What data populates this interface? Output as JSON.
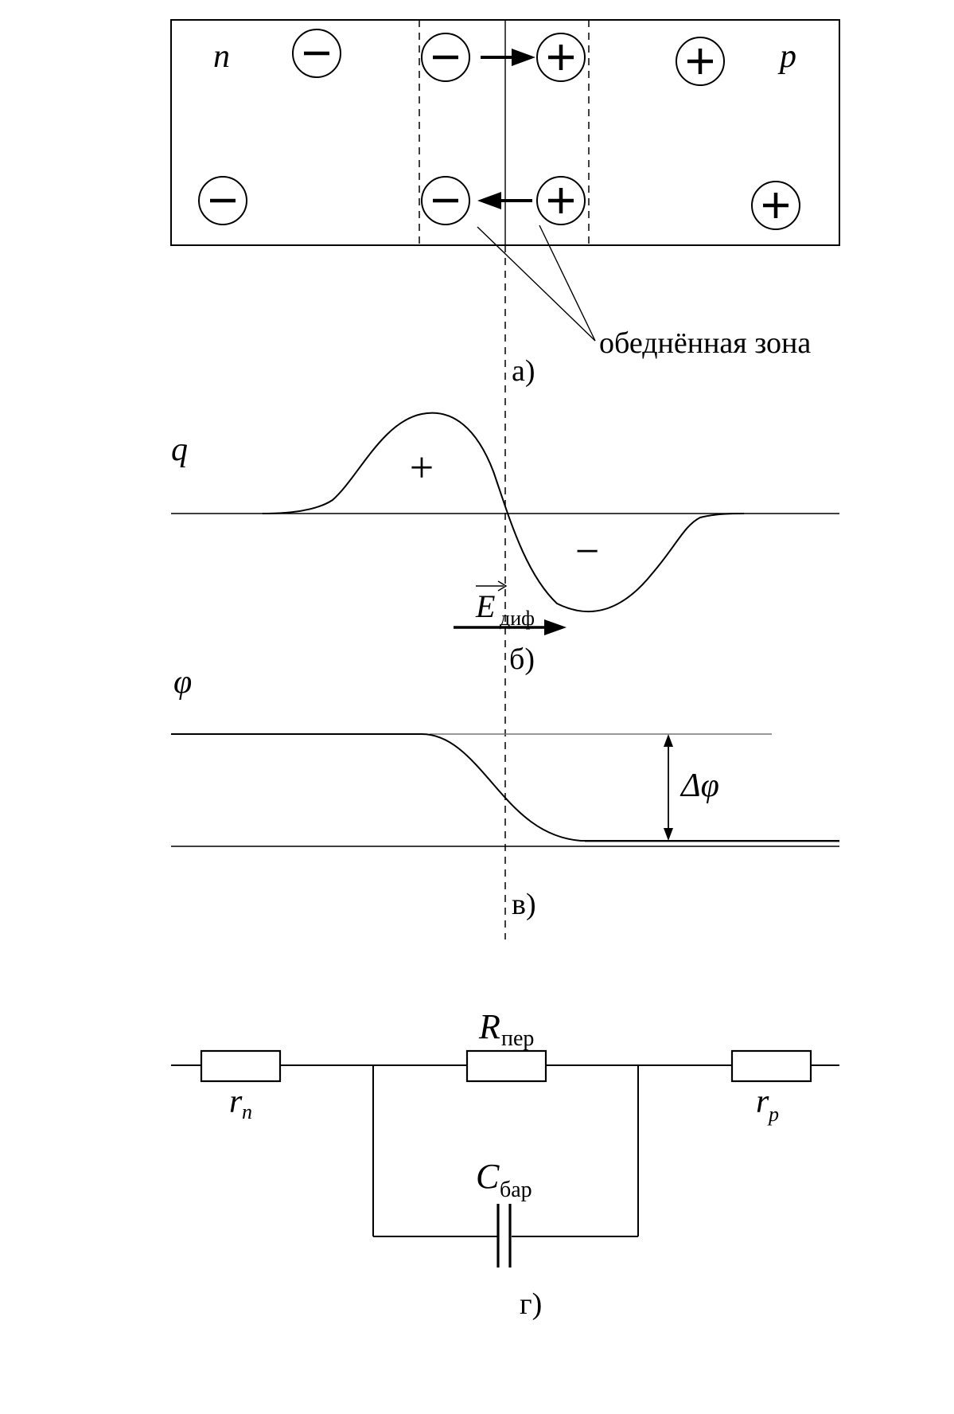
{
  "panel_a": {
    "label_n": "n",
    "label_p": "p",
    "depletion_callout": "обеднённая зона",
    "caption": "а)"
  },
  "panel_b": {
    "axis_label": "q",
    "positive_sign": "+",
    "negative_sign": "−",
    "field_symbol": "E",
    "field_subscript": "диф",
    "caption": "б)"
  },
  "panel_c": {
    "axis_label": "φ",
    "delta_label": "Δφ",
    "caption": "в)"
  },
  "panel_d": {
    "rn_symbol": "r",
    "rn_sub": "n",
    "rp_symbol": "r",
    "rp_sub": "p",
    "r_symbol": "R",
    "r_sub": "пер",
    "c_symbol": "C",
    "c_sub": "бар",
    "caption": "г)"
  },
  "colors": {
    "ink": "#000000",
    "background": "#ffffff",
    "guide_line": "#777777"
  }
}
